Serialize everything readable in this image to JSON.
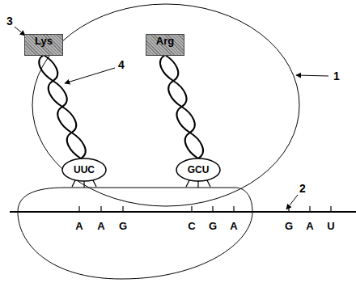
{
  "diagram": {
    "nodes": [
      {
        "text": [
          "Lys"
        ]
      },
      {
        "text": [
          "Arg"
        ]
      }
    ],
    "labels": [
      "3",
      "1",
      "4",
      "UUC",
      "GCU",
      "2",
      "A",
      "A",
      "G",
      "C",
      "G",
      "A",
      "G",
      "A",
      "U"
    ]
  }
}
